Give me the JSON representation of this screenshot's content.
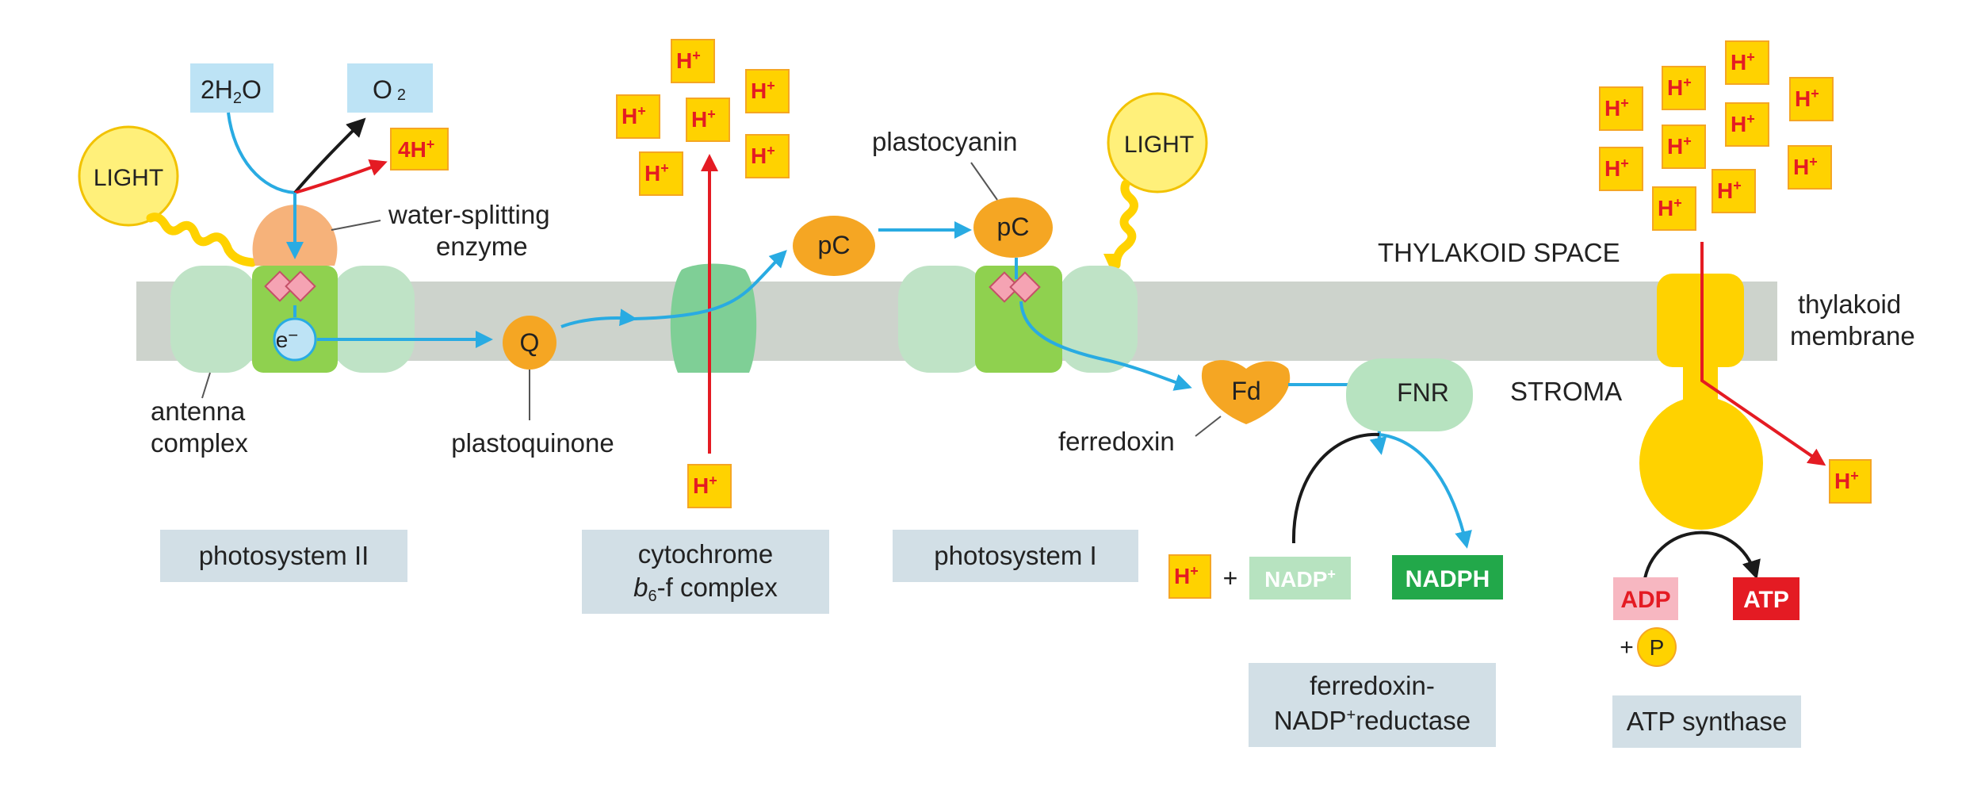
{
  "colors": {
    "membrane": "#cdd3cc",
    "complex_light": "#bfe3c6",
    "complex_center": "#8fd14f",
    "orange": "#f5a623",
    "enzyme": "#f6b27a",
    "blue_arrow": "#29abe2",
    "red_arrow": "#e41b23",
    "label_box": "#d2dfe6",
    "h_box_fill": "#ffd200",
    "water_box": "#bde3f5",
    "nadp_fill": "#b7e3c0",
    "nadph_fill": "#22a84a",
    "adp_fill": "#f7b7c1",
    "atp_fill": "#e41b23",
    "atp_synthase": "#ffd200",
    "light_fill": "#fff07a"
  },
  "regions": {
    "thylakoid_space": "THYLAKOID SPACE",
    "stroma": "STROMA",
    "membrane_line1": "thylakoid",
    "membrane_line2": "membrane"
  },
  "psii": {
    "light": "LIGHT",
    "water": "2H",
    "water_sub": "2",
    "water_tail": "O",
    "oxygen": "O",
    "oxygen_sub": "2",
    "protons_out": "4H",
    "enzyme_line1": "water-splitting",
    "enzyme_line2": "enzyme",
    "electron": "e",
    "electron_sup": "−",
    "antenna_line1": "antenna",
    "antenna_line2": "complex",
    "caption": "photosystem II"
  },
  "plastoquinone": {
    "symbol": "Q",
    "label": "plastoquinone"
  },
  "cytochrome": {
    "caption_line1": "cytochrome",
    "caption_b": "b",
    "caption_sub": "6",
    "caption_rest": "-f complex"
  },
  "plastocyanin": {
    "symbol": "pC",
    "label": "plastocyanin"
  },
  "psi": {
    "light": "LIGHT",
    "caption": "photosystem I"
  },
  "ferredoxin": {
    "symbol": "Fd",
    "label": "ferredoxin"
  },
  "fnr": {
    "symbol": "FNR",
    "plus": "+",
    "nadp": "NADP",
    "nadp_sup": "+",
    "nadph": "NADPH",
    "caption_line1": "ferredoxin-",
    "caption_line2": "NADP",
    "caption_line2_sup": "+",
    "caption_line2_rest": "reductase"
  },
  "atp_synthase": {
    "adp": "ADP",
    "atp": "ATP",
    "plus": "+",
    "phosphate": "P",
    "caption": "ATP synthase"
  },
  "proton": {
    "symbol": "H",
    "charge": "+"
  }
}
